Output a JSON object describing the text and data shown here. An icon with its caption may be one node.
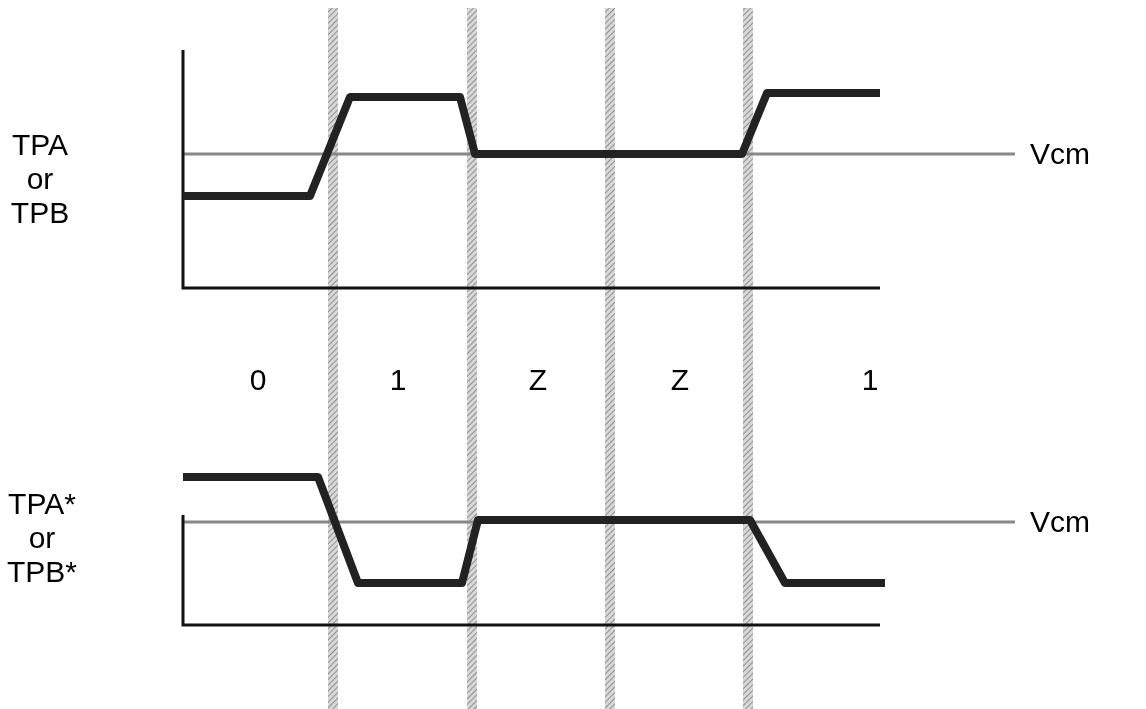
{
  "diagram": {
    "labels": [
      "TPA or TPB",
      "Vcm",
      "0",
      "1",
      "Z",
      "Z",
      "1",
      "TPA* or TPB*",
      "Vcm"
    ]
  }
}
